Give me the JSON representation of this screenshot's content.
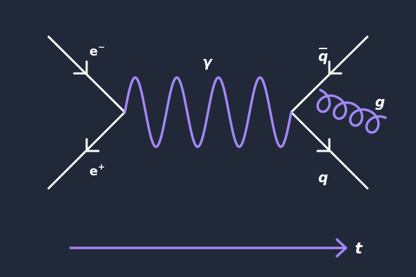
{
  "colors": {
    "background": "#212939",
    "line": "#ffffff",
    "accent": "#a488f5"
  },
  "particles": {
    "electron": "e",
    "electron_charge": "−",
    "positron": "e",
    "positron_charge": "+",
    "photon": "γ",
    "antiquark": "q",
    "quark": "q",
    "gluon": "g"
  },
  "time_axis": {
    "label": "t"
  }
}
